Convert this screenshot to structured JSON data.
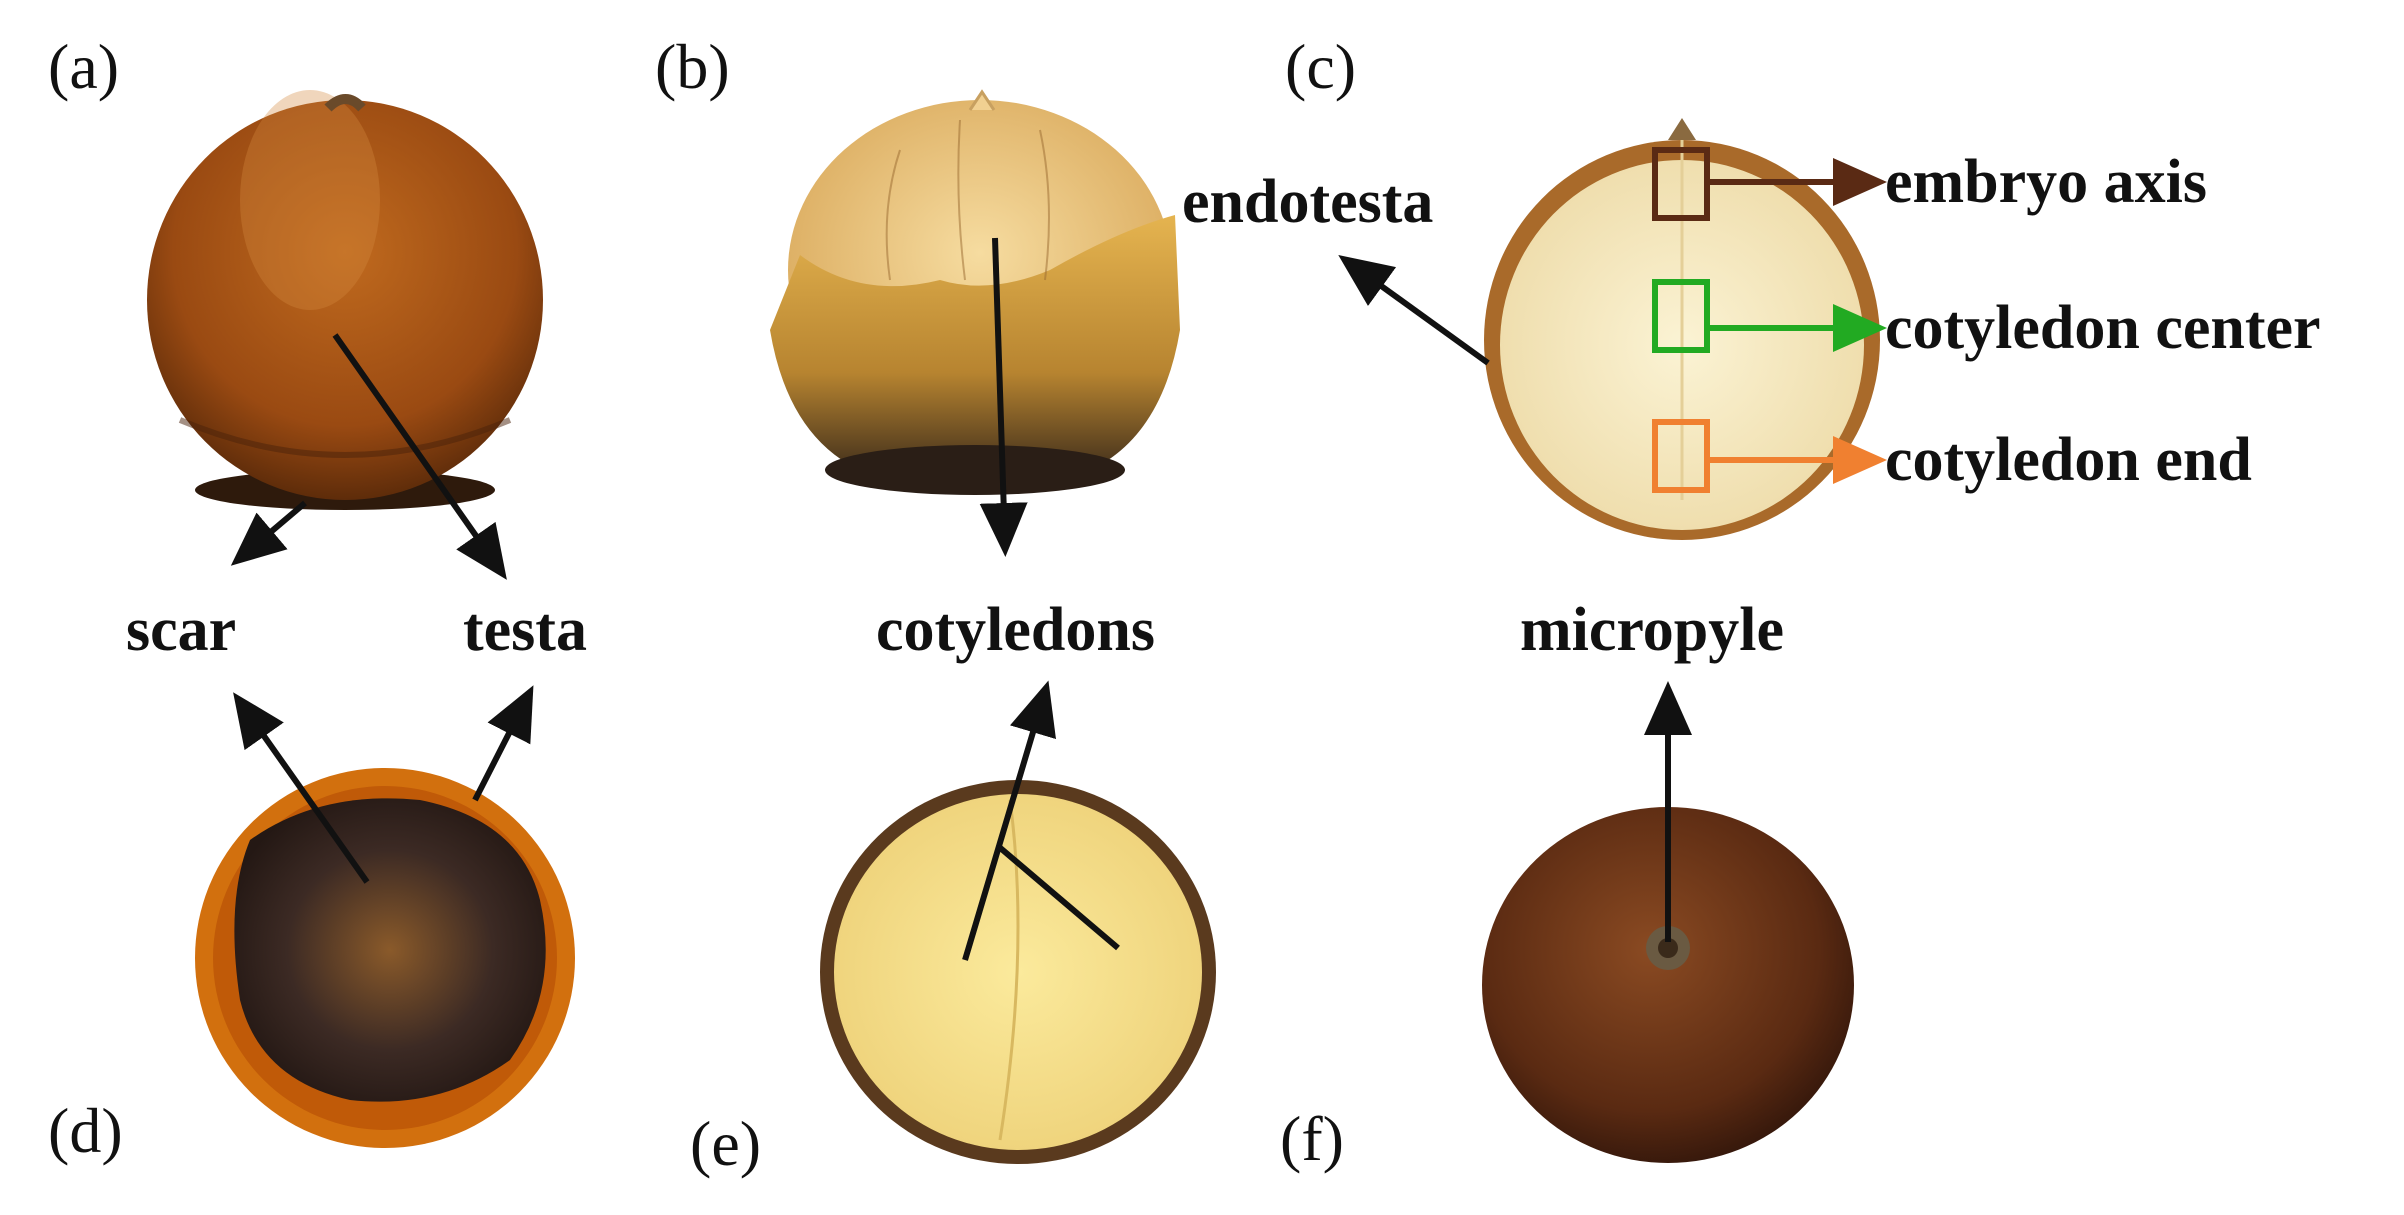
{
  "panels": {
    "a": "(a)",
    "b": "(b)",
    "c": "(c)",
    "d": "(d)",
    "e": "(e)",
    "f": "(f)"
  },
  "labels": {
    "scar": "scar",
    "testa": "testa",
    "cotyledons": "cotyledons",
    "micropyle": "micropyle",
    "endotesta": "endotesta",
    "embryo_axis": "embryo axis",
    "cotyledon_center": "cotyledon center",
    "cotyledon_end": "cotyledon end"
  },
  "colors": {
    "embryo_axis": "#5a2a14",
    "cotyledon_center": "#22aa22",
    "cotyledon_end": "#f08030",
    "arrow": "#111111"
  }
}
